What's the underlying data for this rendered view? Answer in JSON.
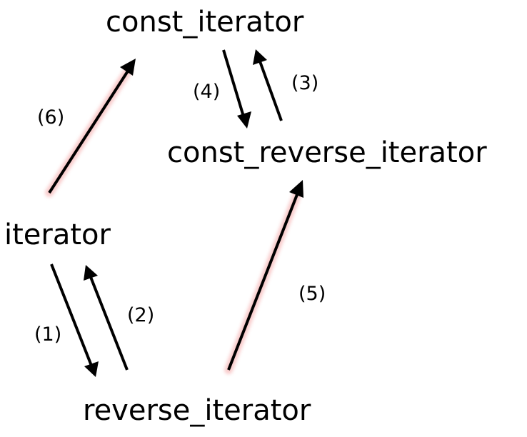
{
  "nodes": {
    "const_iterator": "const_iterator",
    "const_reverse_iterator": "const_reverse_iterator",
    "iterator": "iterator",
    "reverse_iterator": "reverse_iterator"
  },
  "edges": {
    "e1": {
      "label": "(1)",
      "from": "iterator",
      "to": "reverse_iterator",
      "highlighted": false
    },
    "e2": {
      "label": "(2)",
      "from": "reverse_iterator",
      "to": "iterator",
      "highlighted": false
    },
    "e3": {
      "label": "(3)",
      "from": "const_reverse_iterator",
      "to": "const_iterator",
      "highlighted": false
    },
    "e4": {
      "label": "(4)",
      "from": "const_iterator",
      "to": "const_reverse_iterator",
      "highlighted": false
    },
    "e5": {
      "label": "(5)",
      "from": "reverse_iterator",
      "to": "const_reverse_iterator",
      "highlighted": true
    },
    "e6": {
      "label": "(6)",
      "from": "iterator",
      "to": "const_iterator",
      "highlighted": true
    }
  },
  "colors": {
    "arrow": "#000000",
    "highlight_glow": "#f4a3a3",
    "text": "#000000",
    "background": "#ffffff"
  }
}
